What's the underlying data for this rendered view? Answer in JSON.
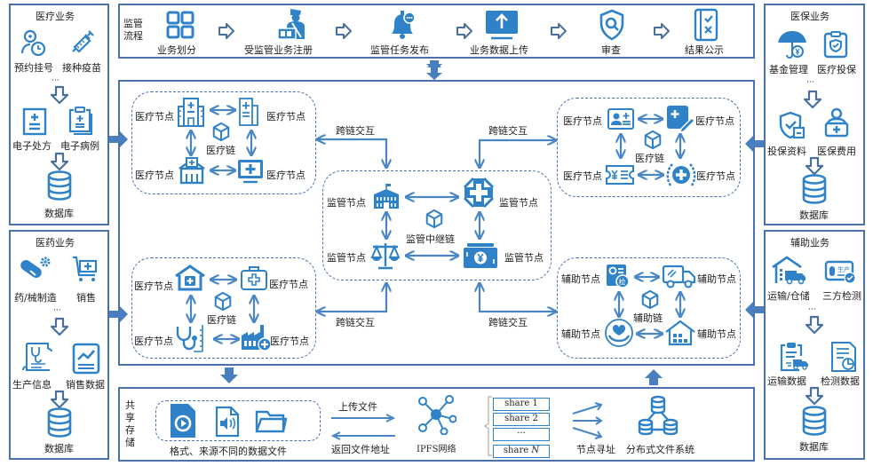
{
  "colors": {
    "accent": "#2f82c8",
    "border": "#4a72a8",
    "arrow_fill": "#4a7fbf",
    "text": "#222222"
  },
  "left_top": {
    "title": "医疗业务",
    "items": [
      "预约挂号",
      "接种疫苗"
    ],
    "ellipsis": "···",
    "records": [
      "电子处方",
      "电子病例"
    ],
    "database": "数据库",
    "icons": [
      "doctor-clock-icon",
      "syringe-icon",
      "prescription-icon",
      "clipboard-record-icon",
      "database-icon"
    ]
  },
  "left_bottom": {
    "title": "医药业务",
    "items": [
      "药/械制造",
      "销售"
    ],
    "ellipsis": "···",
    "records": [
      "生产信息",
      "销售数据"
    ],
    "database": "数据库",
    "icons": [
      "pill-gear-icon",
      "cart-plus-icon",
      "stethoscope-scroll-icon",
      "trend-chart-icon",
      "database-icon"
    ]
  },
  "right_top": {
    "title": "医保业务",
    "items": [
      "基金管理",
      "医疗投保"
    ],
    "ellipsis": "···",
    "records": [
      "投保资料",
      "医保费用"
    ],
    "database": "数据库",
    "icons": [
      "umbrella-yen-icon",
      "clipboard-shield-icon",
      "shield-check-icon",
      "person-medical-kit-icon",
      "database-icon"
    ]
  },
  "right_bottom": {
    "title": "辅助业务",
    "items": [
      "运输/仓储",
      "三方检测"
    ],
    "ellipsis": "···",
    "records": [
      "运输数据",
      "检测数据"
    ],
    "database": "数据库",
    "icons": [
      "warehouse-truck-icon",
      "production-check-icon",
      "clipboard-truck-icon",
      "report-pie-icon",
      "database-icon"
    ]
  },
  "process": {
    "label": "监管流程",
    "steps": [
      {
        "label": "业务划分",
        "icon": "grid-icon"
      },
      {
        "label": "受监管业务注册",
        "icon": "officer-icon"
      },
      {
        "label": "监管任务发布",
        "icon": "bell-icon"
      },
      {
        "label": "业务数据上传",
        "icon": "monitor-upload-icon"
      },
      {
        "label": "审查",
        "icon": "shield-search-icon"
      },
      {
        "label": "结果公示",
        "icon": "checklist-icon"
      }
    ]
  },
  "chains": {
    "medical_top": {
      "name": "医疗链",
      "node_label": "医疗节点",
      "icons": [
        "hospital-building-icon",
        "document-building-icon",
        "clinic-icon",
        "monitor-plus-icon"
      ]
    },
    "medical_top_right": {
      "name": "医疗链",
      "node_label": "医疗节点",
      "icons": [
        "id-card-icon",
        "edit-plus-icon",
        "ticket-yen-icon",
        "medical-emblem-icon"
      ]
    },
    "medical_bottom": {
      "name": "医疗链",
      "node_label": "医疗节点",
      "icons": [
        "house-plus-icon",
        "medical-kit-icon",
        "stethoscope-icon",
        "factory-plus-icon"
      ]
    },
    "auxiliary": {
      "name": "辅助链",
      "node_label": "辅助节点",
      "icons": [
        "inspection-icon",
        "truck-icon",
        "hands-heart-icon",
        "warehouse-icon"
      ]
    },
    "supervision": {
      "name": "监管中继链",
      "node_label": "监管节点",
      "icons": [
        "government-building-icon",
        "cross-emblem-icon",
        "scale-icon",
        "yen-card-icon"
      ]
    },
    "cross_chain_label": "跨链交互"
  },
  "storage": {
    "label": "共享存储",
    "files_caption": "格式、来源不同的数据文件",
    "upload": "上传文件",
    "return_address": "返回文件地址",
    "ipfs": "IPFS网络",
    "shares": [
      "share 1",
      "share 2",
      "···",
      "share N"
    ],
    "share_last_prefix": "share ",
    "share_last_var": "N",
    "node_addressing": "节点寻址",
    "dfs": "分布式文件系统"
  }
}
